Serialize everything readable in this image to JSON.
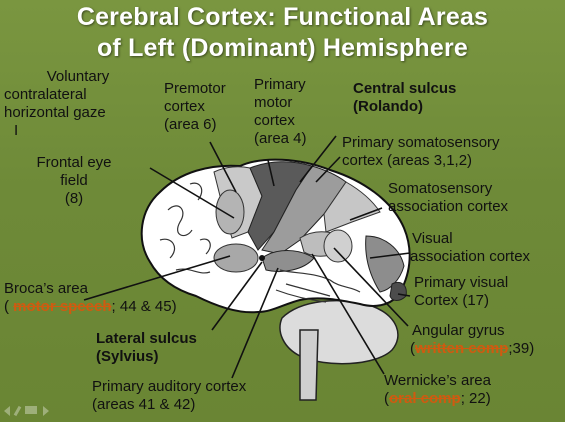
{
  "title": {
    "line1": "Cerebral Cortex: Functional Areas",
    "line2": "of Left (Dominant) Hemisphere"
  },
  "labels": {
    "gaze": [
      "Voluntary",
      "contralateral",
      "horizontal gaze"
    ],
    "gaze_bar": "I",
    "fef": [
      "Frontal eye",
      "field",
      "(8)"
    ],
    "premotor": [
      "Premotor",
      "cortex",
      "(area 6)"
    ],
    "primary_motor": [
      "Primary",
      "motor",
      "cortex",
      "(area 4)"
    ],
    "central_sulcus": [
      "Central sulcus",
      "(Rolando)"
    ],
    "somatosensory": [
      "Primary somatosensory",
      "cortex (areas 3,1,2)"
    ],
    "somato_assoc": [
      "Somatosensory",
      "association cortex"
    ],
    "visual_assoc": [
      "Visual",
      "association cortex"
    ],
    "primary_visual": [
      "Primary visual",
      "Cortex (17)"
    ],
    "broca": {
      "line1": "Broca’s area",
      "open": "(",
      "highlight": "motor speech",
      "rest": "; 44 & 45)"
    },
    "lateral_sulcus": [
      "Lateral sulcus",
      "(Sylvius)"
    ],
    "auditory": [
      "Primary auditory cortex",
      "(areas 41 & 42)"
    ],
    "angular": {
      "line1": "Angular gyrus",
      "open": "(",
      "highlight": "written comp",
      "rest": ";39)"
    },
    "wernicke": {
      "line1": "Wernicke’s area",
      "open": "(",
      "highlight": "oral comp",
      "rest": "; 22)"
    }
  },
  "colors": {
    "background": "#6f8a3a",
    "title": "#ffffff",
    "highlight": "#d05a10",
    "brain_white": "#ffffff",
    "brain_light_gray": "#c8c8c8",
    "brain_mid_gray": "#9a9a9a",
    "brain_dark_gray": "#555555"
  }
}
